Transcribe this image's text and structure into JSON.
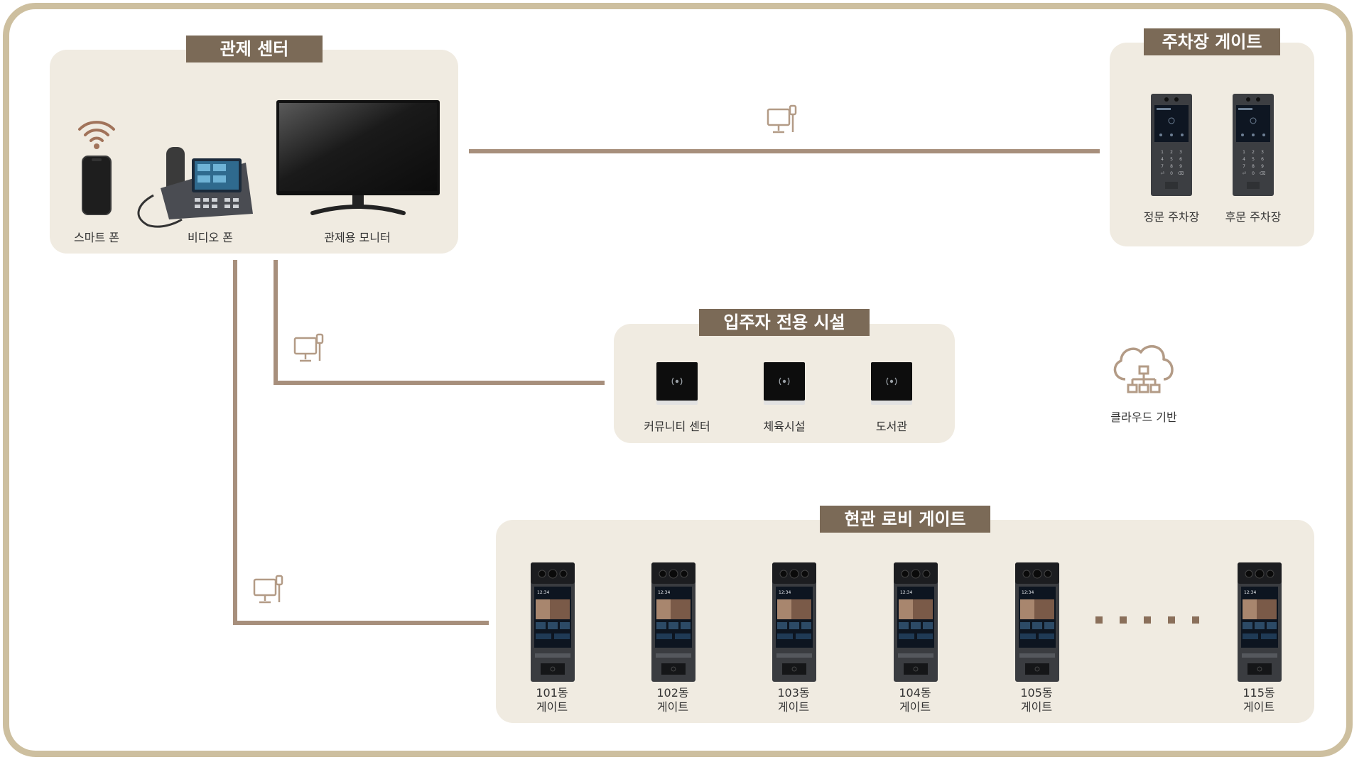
{
  "colors": {
    "frame": "#cdbf9f",
    "panel": "#f0ebe1",
    "title_bg": "#7b6a57",
    "line": "#a78f7c",
    "icon": "#b39b86"
  },
  "control_center": {
    "title": "관제 센터",
    "devices": [
      {
        "label": "스마트 폰",
        "icon": "smartphone-with-wifi"
      },
      {
        "label": "비디오 폰",
        "icon": "video-phone"
      },
      {
        "label": "관제용 모니터",
        "icon": "monitor"
      }
    ]
  },
  "parking_gate": {
    "title": "주차장 게이트",
    "devices": [
      {
        "label": "정문 주차장",
        "icon": "keypad-intercom"
      },
      {
        "label": "후문 주차장",
        "icon": "keypad-intercom"
      }
    ]
  },
  "resident_facilities": {
    "title": "입주자 전용 시설",
    "devices": [
      {
        "label": "커뮤니티 센터",
        "icon": "card-reader"
      },
      {
        "label": "체육시설",
        "icon": "card-reader"
      },
      {
        "label": "도서관",
        "icon": "card-reader"
      }
    ]
  },
  "cloud": {
    "label": "클라우드 기반",
    "icon": "cloud-network-icon"
  },
  "lobby_gate": {
    "title": "현관 로비 게이트",
    "devices": [
      {
        "line1": "101동",
        "line2": "게이트"
      },
      {
        "line1": "102동",
        "line2": "게이트"
      },
      {
        "line1": "103동",
        "line2": "게이트"
      },
      {
        "line1": "104동",
        "line2": "게이트"
      },
      {
        "line1": "105동",
        "line2": "게이트"
      },
      {
        "line1": "115동",
        "line2": "게이트"
      }
    ],
    "screen_time": "12:34"
  }
}
